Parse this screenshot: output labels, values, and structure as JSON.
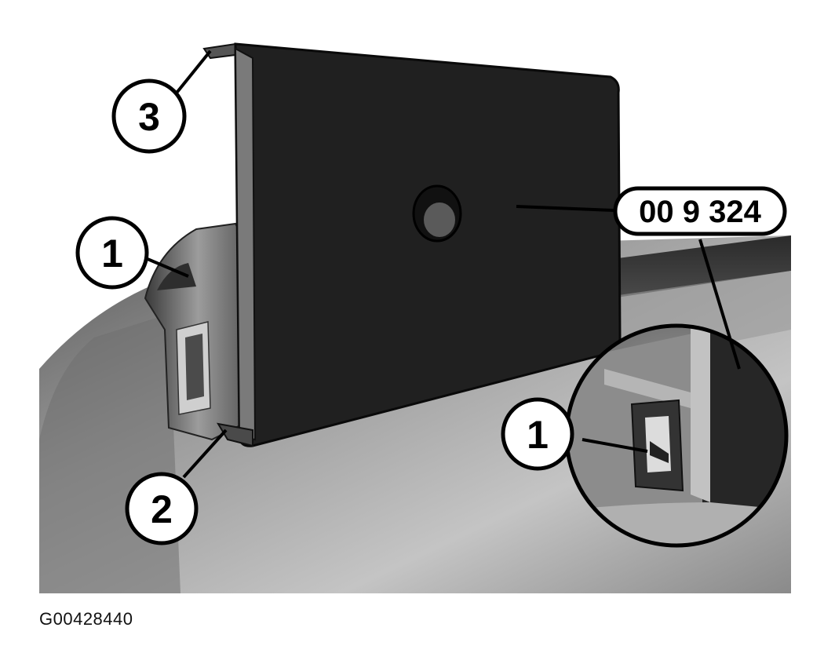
{
  "figure_id": "G00428440",
  "callouts": {
    "c1_left": "1",
    "c1_inset": "1",
    "c2": "2",
    "c3": "3",
    "tool_number": "00 9 324"
  }
}
